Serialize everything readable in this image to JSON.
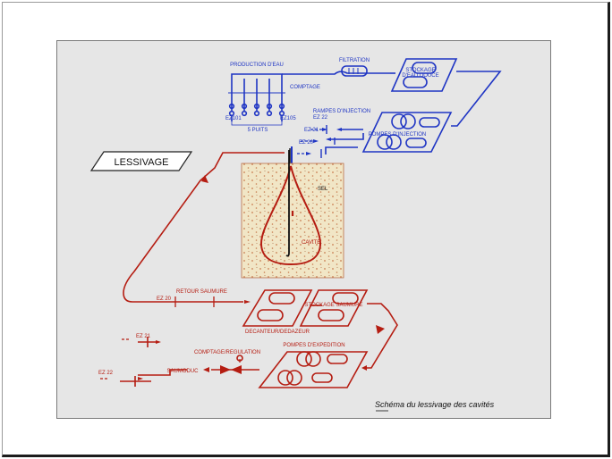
{
  "colors": {
    "water_line": "#1f35c4",
    "brine_line": "#b51d12",
    "panel_background": "#e6e6e6",
    "salt_fill": "#f1e6c6",
    "salt_dots": "#c87a4e"
  },
  "title_box": "LESSIVAGE",
  "caption": "Schéma du lessivage des cavités",
  "labels": {
    "production_eau": "PRODUCTION D'EAU",
    "filtration": "FILTRATION",
    "stockage_eau_douce_1": "STOCKAGE",
    "stockage_eau_douce_2": "D'EAU DOUCE",
    "comptage": "COMPTAGE",
    "ez101": "EZ101",
    "ez105": "EZ105",
    "puits": "5 PUITS",
    "rampes_injection": "RAMPES D'INJECTION",
    "ez22_top": "EZ 22",
    "ez21_top": "EZ 21",
    "ez20_top": "EZ 20",
    "pompes_injection": "POMPES D'INJECTION",
    "sel": "SEL",
    "cavite": "CAVITE",
    "retour_saumure": "RETOUR SAUMURE",
    "ez20_bottom": "EZ 20",
    "decanteur": "DECANTEUR/DEDAZEUR",
    "stockage_saumure": "STOCKAGE SAUMURE",
    "ez21_bottom": "EZ 21",
    "ez22_bottom": "EZ 22",
    "pompes_expedition": "POMPES D'EXPEDITION",
    "comptage_regulation": "COMPTAGE/REGULATION",
    "saumoduc": "SAUMODUC"
  }
}
